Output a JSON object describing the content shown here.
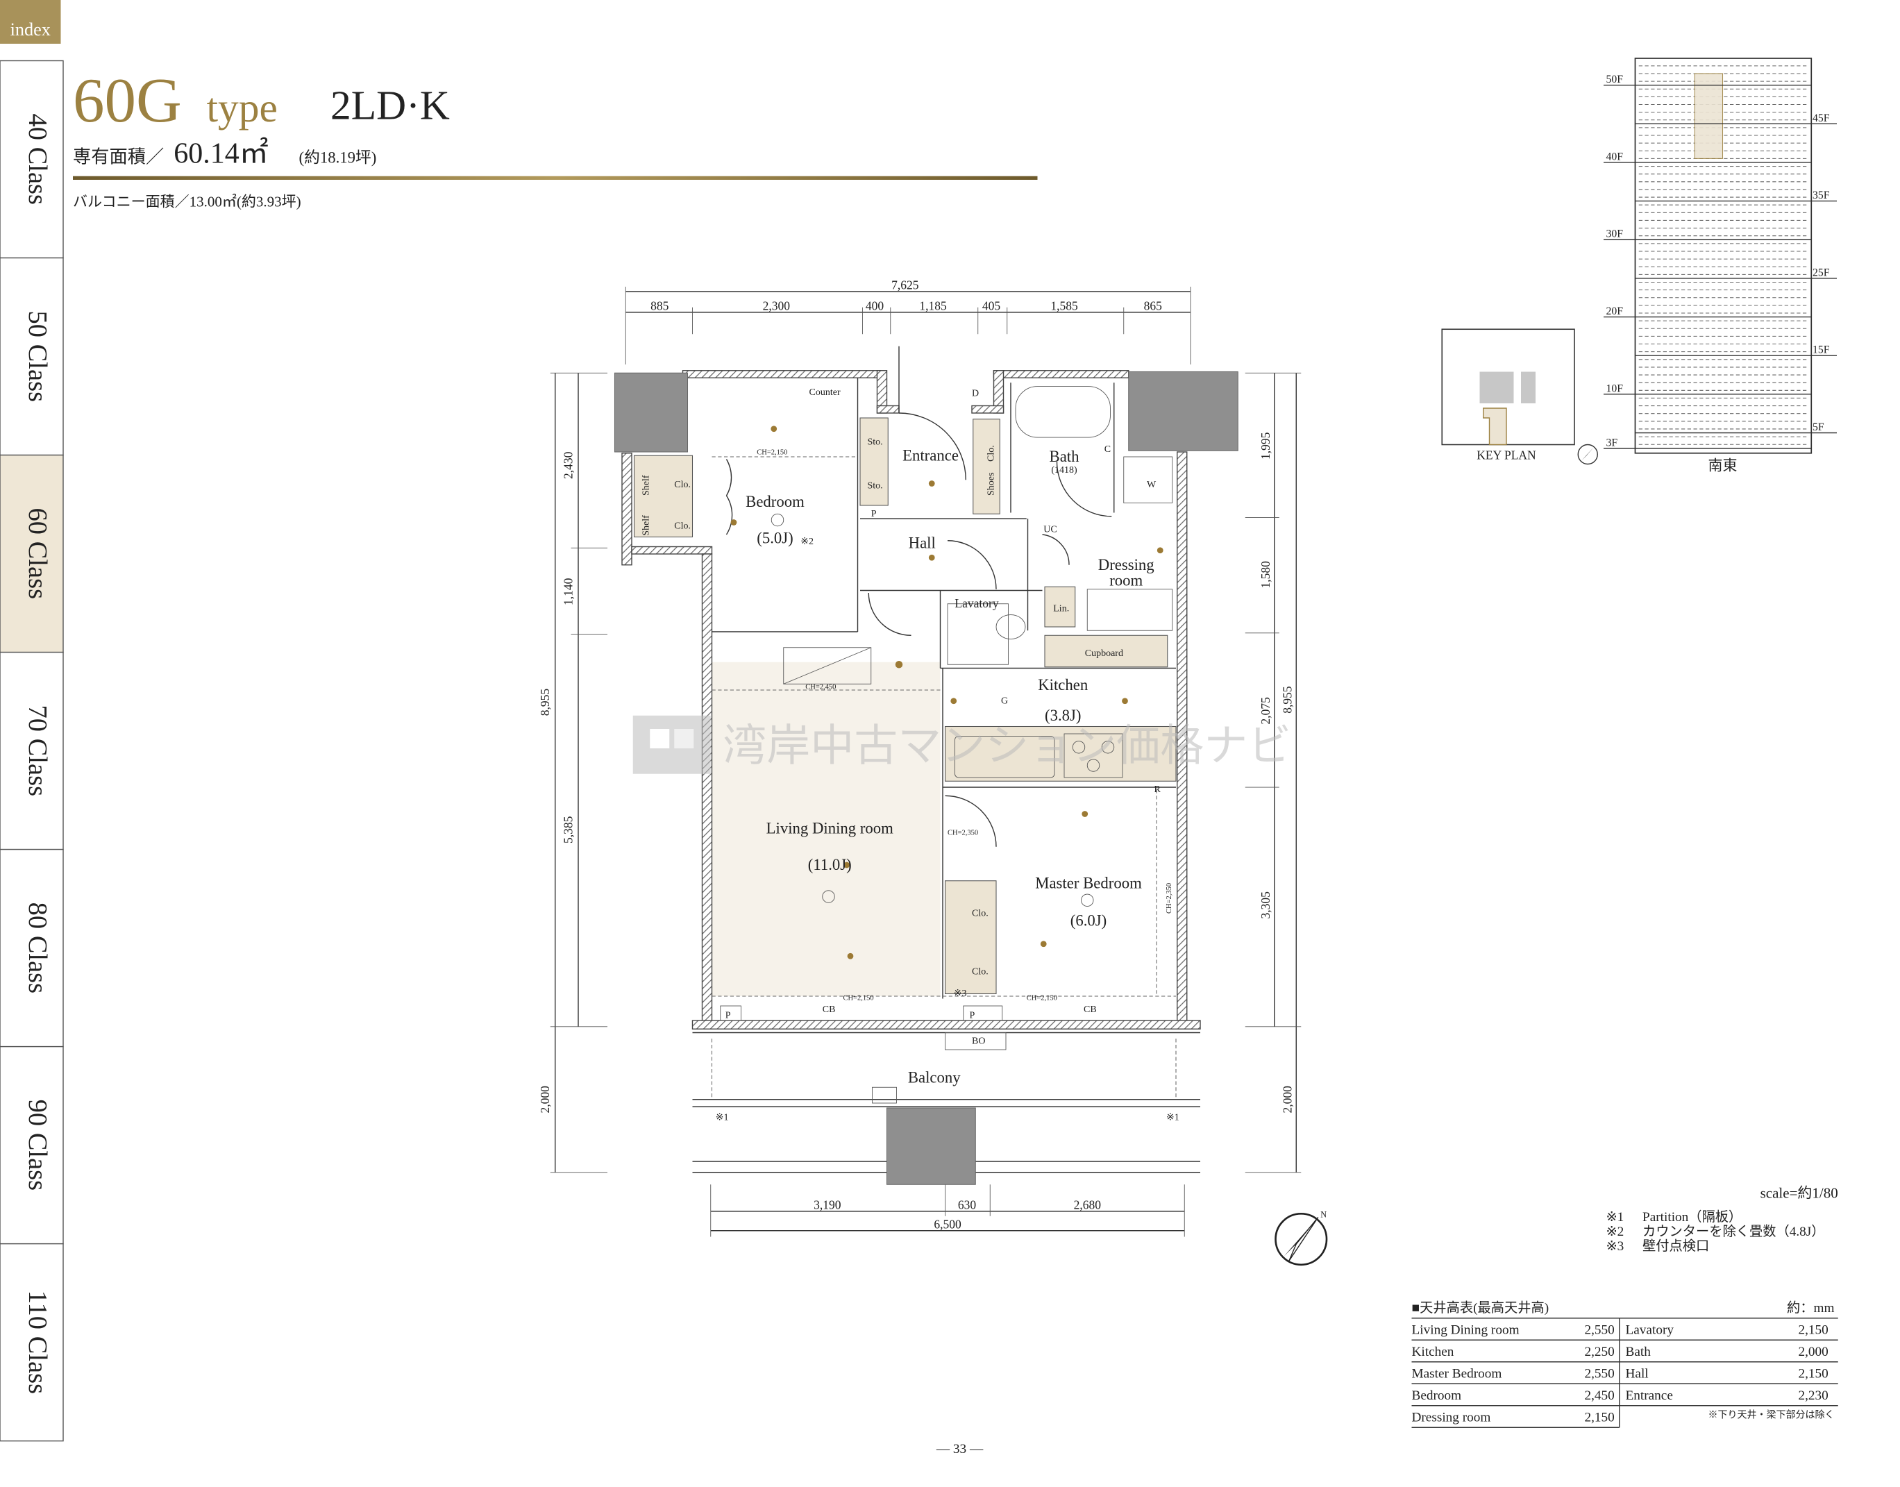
{
  "sidebar": {
    "index_label": "index",
    "tabs": [
      "40 Class",
      "50 Class",
      "60 Class",
      "70 Class",
      "80 Class",
      "90 Class",
      "110 Class"
    ],
    "active_tab": "60 Class"
  },
  "header": {
    "type_code": "60G",
    "type_word": "type",
    "layout": "2LD·K",
    "area_label": "専有面積／",
    "area_value": "60.14㎡",
    "area_tsubo": "(約18.19坪)",
    "balcony_area": "バルコニー面積／13.00㎡(約3.93坪)"
  },
  "plan": {
    "dims_top": {
      "total": "7,625",
      "segments": [
        "885",
        "2,300",
        "400",
        "1,185",
        "405",
        "1,585",
        "865"
      ]
    },
    "dims_left": {
      "total": "8,955",
      "segments": [
        "2,430",
        "1,140",
        "5,385"
      ],
      "balcony": "2,000"
    },
    "dims_right": {
      "total": "8,955",
      "segments": [
        "1,995",
        "1,580",
        "2,075",
        "3,305"
      ],
      "balcony": "2,000"
    },
    "dims_bottom": {
      "total": "6,500",
      "segments": [
        "3,190",
        "630",
        "2,680"
      ]
    },
    "rooms": {
      "bedroom": "Bedroom",
      "bedroom_size": "(5.0J)",
      "bedroom_note": "※2",
      "entrance": "Entrance",
      "bath": "Bath",
      "bath_size": "(1418)",
      "hall": "Hall",
      "dressing1": "Dressing",
      "dressing2": "room",
      "lavatory": "Lavatory",
      "kitchen": "Kitchen",
      "kitchen_size": "(3.8J)",
      "living": "Living Dining room",
      "living_size": "(11.0J)",
      "master": "Master Bedroom",
      "master_size": "(6.0J)",
      "balcony": "Balcony"
    },
    "fixtures": {
      "counter": "Counter",
      "sto": "Sto.",
      "shoes": "Shoes",
      "clo": "Clo.",
      "shelf": "Shelf",
      "w": "W",
      "p": "P",
      "lin": "Lin.",
      "cupboard": "Cupboard",
      "r": "R",
      "cb": "CB",
      "bo": "BO",
      "d": "D",
      "c": "C",
      "uc": "UC",
      "g": "G",
      "note1": "※1",
      "note3": "※3"
    },
    "ceilings": {
      "bedroom": "CH=2,150",
      "living": "CH=2,450",
      "master_left": "CH=2,350",
      "master_right": "CH=2,350",
      "bottom_left": "CH=2,150",
      "bottom_right": "CH=2,150"
    }
  },
  "watermark": "湾岸中古マンション価格ナビ",
  "keyplan": {
    "label": "KEY PLAN"
  },
  "elevation": {
    "direction": "南東",
    "left_labels": [
      {
        "label": "50F",
        "floor": 50
      },
      {
        "label": "40F",
        "floor": 40
      },
      {
        "label": "30F",
        "floor": 30
      },
      {
        "label": "20F",
        "floor": 20
      },
      {
        "label": "10F",
        "floor": 10
      },
      {
        "label": "3F",
        "floor": 3
      }
    ],
    "right_labels": [
      {
        "label": "45F",
        "floor": 45
      },
      {
        "label": "35F",
        "floor": 35
      },
      {
        "label": "25F",
        "floor": 25
      },
      {
        "label": "15F",
        "floor": 15
      },
      {
        "label": "5F",
        "floor": 5
      }
    ],
    "highlight_floors": [
      41,
      51
    ]
  },
  "notes": {
    "scale": "scale=約1/80",
    "items": [
      {
        "mark": "※1",
        "text": "Partition（隔板）"
      },
      {
        "mark": "※2",
        "text": "カウンターを除く畳数（4.8J）"
      },
      {
        "mark": "※3",
        "text": "壁付点検口"
      }
    ]
  },
  "ceiling_table": {
    "title": "■天井高表(最高天井高)",
    "unit": "約：mm",
    "left": [
      {
        "room": "Living Dining room",
        "value": "2,550"
      },
      {
        "room": "Kitchen",
        "value": "2,250"
      },
      {
        "room": "Master Bedroom",
        "value": "2,550"
      },
      {
        "room": "Bedroom",
        "value": "2,450"
      },
      {
        "room": "Dressing room",
        "value": "2,150"
      }
    ],
    "right": [
      {
        "room": "Lavatory",
        "value": "2,150"
      },
      {
        "room": "Bath",
        "value": "2,000"
      },
      {
        "room": "Hall",
        "value": "2,150"
      },
      {
        "room": "Entrance",
        "value": "2,230"
      }
    ],
    "footnote": "※下り天井・梁下部分は除く"
  },
  "page_number": "— 33 —",
  "colors": {
    "gold": "#9c8141",
    "beige": "#ece4d3",
    "active_tab": "#efe7d6"
  }
}
